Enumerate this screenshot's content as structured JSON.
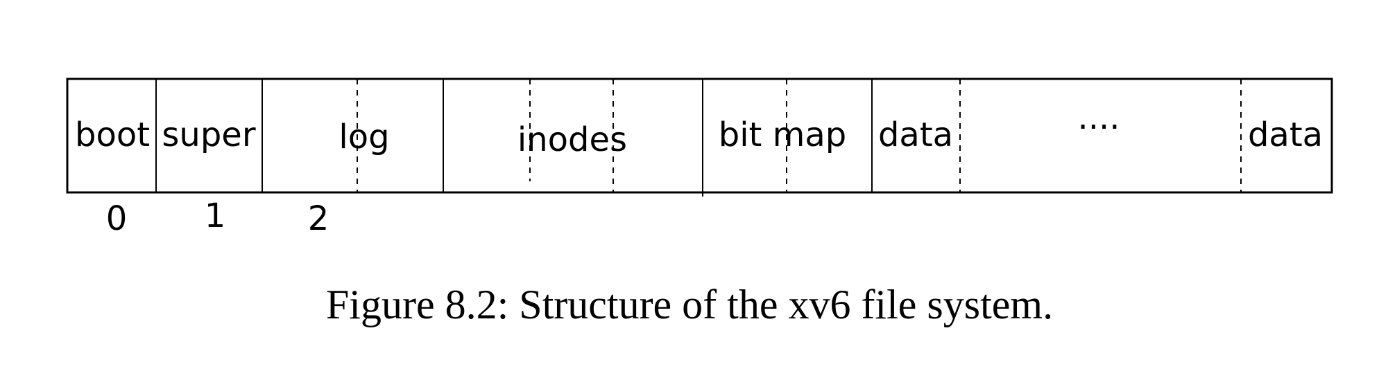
{
  "diagram": {
    "regions": [
      {
        "id": "boot",
        "label": "boot"
      },
      {
        "id": "super",
        "label": "super"
      },
      {
        "id": "log",
        "label": "log"
      },
      {
        "id": "inodes",
        "label": "inodes"
      },
      {
        "id": "bitmap",
        "label": "bit map"
      },
      {
        "id": "data-first",
        "label": "data"
      },
      {
        "id": "ellipsis",
        "label": "····"
      },
      {
        "id": "data-last",
        "label": "data"
      }
    ],
    "block_numbers": [
      "0",
      "1",
      "2"
    ]
  },
  "caption": "Figure 8.2: Structure of the xv6 file system.",
  "colors": {
    "stroke": "#000000",
    "background": "#ffffff"
  }
}
